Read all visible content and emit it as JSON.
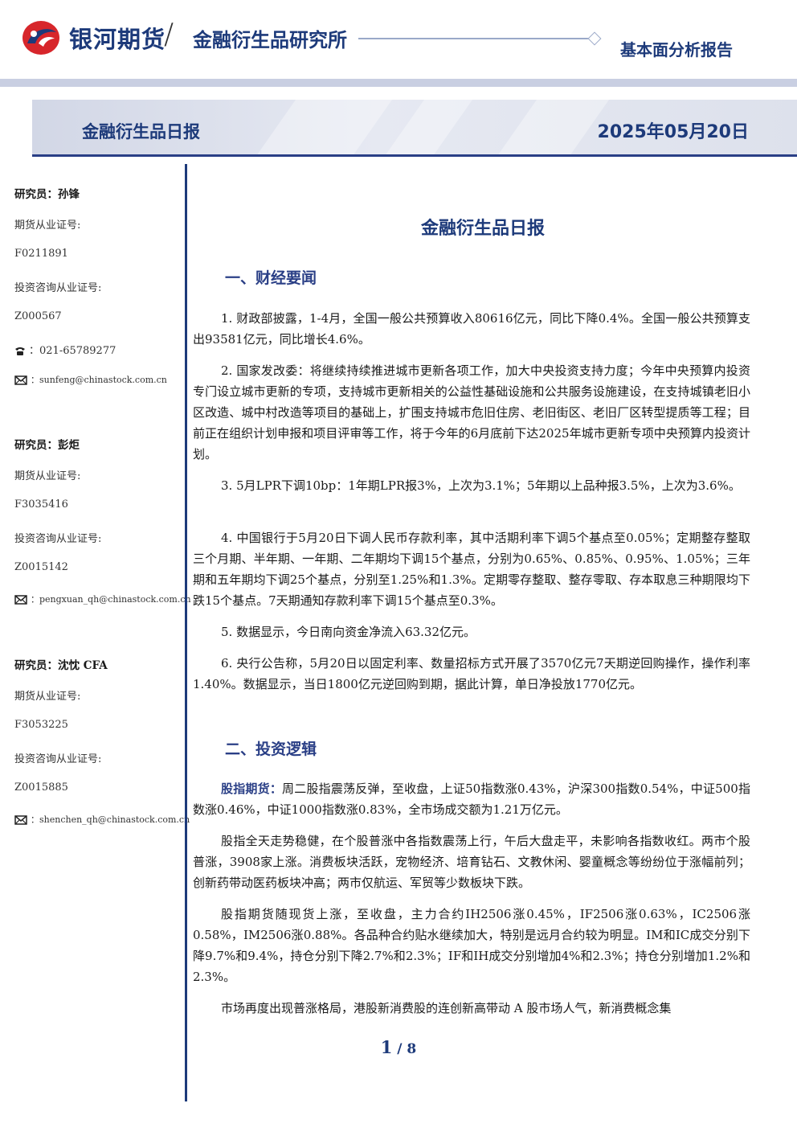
{
  "header": {
    "brand": "银河期货",
    "slash": "/",
    "institute": "金融衍生品研究所",
    "report_type": "基本面分析报告"
  },
  "banner": {
    "title": "金融衍生品日报",
    "date": "2025年05月20日"
  },
  "researchers": [
    {
      "name": "研究员：孙锋",
      "futures_label": "期货从业证号:",
      "futures_id": "F0211891",
      "consult_label": "投资咨询从业证号:",
      "consult_id": "Z000567",
      "phone": "：021-65789277",
      "email": "：sunfeng@chinastock.com.cn"
    },
    {
      "name": "研究员：彭炬",
      "futures_label": "期货从业证号:",
      "futures_id": "F3035416",
      "consult_label": "投资咨询从业证号:",
      "consult_id": "Z0015142",
      "email": "：pengxuan_qh@chinastock.com.cn"
    },
    {
      "name": "研究员：沈忱  CFA",
      "futures_label": "期货从业证号:",
      "futures_id": "F3053225",
      "consult_label": "投资咨询从业证号:",
      "consult_id": "Z0015885",
      "email": "：shenchen_qh@chinastock.com.cn"
    }
  ],
  "icons": {
    "phone": "phone-icon",
    "email": "mail-icon"
  },
  "main": {
    "title": "金融衍生品日报",
    "section1": "一、财经要闻",
    "news": [
      "1. 财政部披露，1-4月，全国一般公共预算收入80616亿元，同比下降0.4%。全国一般公共预算支出93581亿元，同比增长4.6%。",
      "2. 国家发改委：将继续持续推进城市更新各项工作，加大中央投资支持力度；今年中央预算内投资专门设立城市更新的专项，支持城市更新相关的公益性基础设施和公共服务设施建设，在支持城镇老旧小区改造、城中村改造等项目的基础上，扩围支持城市危旧住房、老旧街区、老旧厂区转型提质等工程；目前正在组织计划申报和项目评审等工作，将于今年的6月底前下达2025年城市更新专项中央预算内投资计划。",
      "3. 5月LPR下调10bp：1年期LPR报3%，上次为3.1%；5年期以上品种报3.5%，上次为3.6%。",
      "4. 中国银行于5月20日下调人民币存款利率，其中活期利率下调5个基点至0.05%；定期整存整取三个月期、半年期、一年期、二年期均下调15个基点，分别为0.65%、0.85%、0.95%、1.05%；三年期和五年期均下调25个基点，分别至1.25%和1.3%。定期零存整取、整存零取、存本取息三种期限均下跌15个基点。7天期通知存款利率下调15个基点至0.3%。",
      "5. 数据显示，今日南向资金净流入63.32亿元。",
      "6. 央行公告称，5月20日以固定利率、数量招标方式开展了3570亿元7天期逆回购操作，操作利率1.40%。数据显示，当日1800亿元逆回购到期，据此计算，单日净投放1770亿元。"
    ],
    "section2": "二、投资逻辑",
    "logic_lead": "股指期货：",
    "logic_first": "周二股指震荡反弹，至收盘，上证50指数涨0.43%，沪深300指数0.54%，中证500指数涨0.46%，中证1000指数涨0.83%，全市场成交额为1.21万亿元。",
    "logic": [
      "股指全天走势稳健，在个股普涨中各指数震荡上行，午后大盘走平，未影响各指数收红。两市个股普涨，3908家上涨。消费板块活跃，宠物经济、培育钻石、文教休闲、婴童概念等纷纷位于涨幅前列；创新药带动医药板块冲高；两市仅航运、军贸等少数板块下跌。",
      "股指期货随现货上涨，至收盘，主力合约IH2506涨0.45%，IF2506涨0.63%，IC2506涨0.58%，IM2506涨0.88%。各品种合约贴水继续加大，特别是远月合约较为明显。IM和IC成交分别下降9.7%和9.4%，持仓分别下降2.7%和2.3%；IF和IH成交分别增加4%和2.3%；持仓分别增加1.2%和2.3%。",
      "市场再度出现普涨格局，港股新消费股的连创新高带动 A 股市场人气，新消费概念集"
    ]
  },
  "footer": {
    "page": "1",
    "sep": " / ",
    "total": "8"
  },
  "colors": {
    "brand": "#1d3a7a",
    "accent": "#2a3f86",
    "banner_bg": "#dde1ec",
    "logo_red": "#d7262b"
  }
}
